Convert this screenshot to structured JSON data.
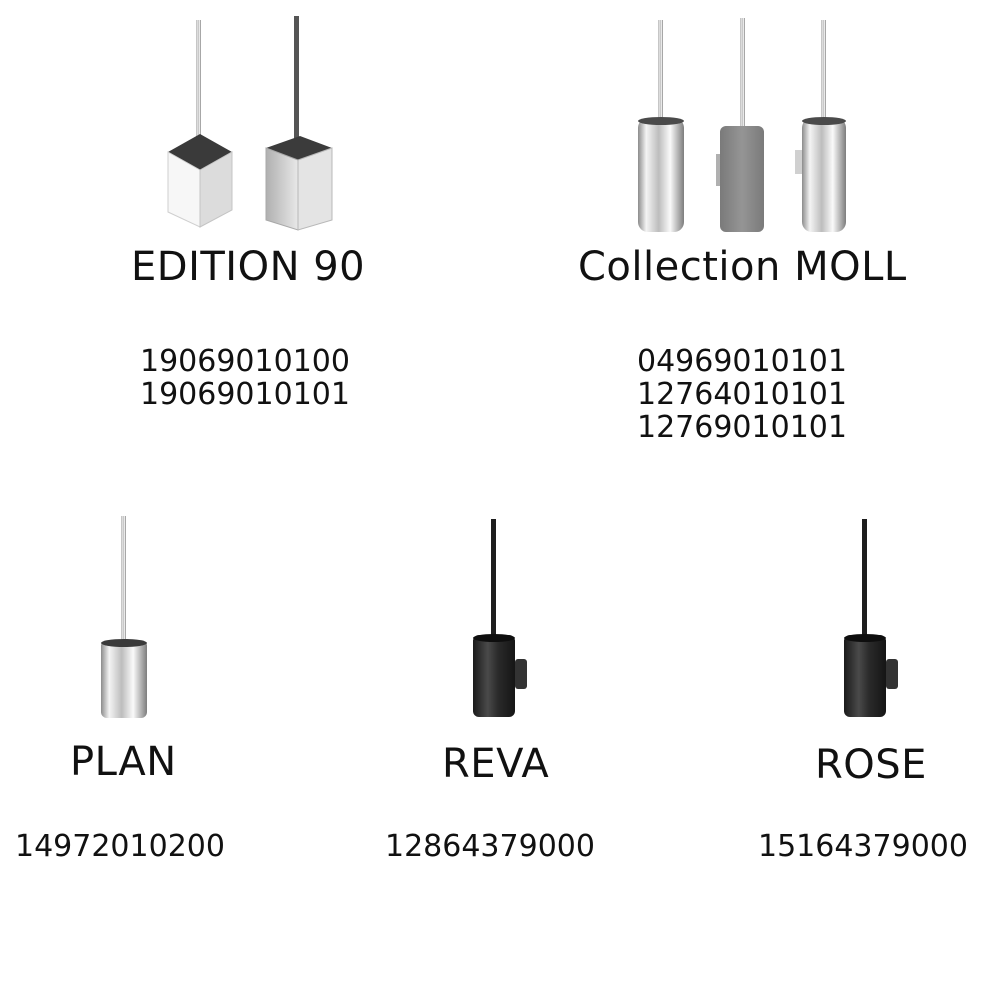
{
  "products": [
    {
      "name": "EDITION 90",
      "codes": [
        "19069010100",
        "19069010101"
      ],
      "image": "toilet-brush-square-pair"
    },
    {
      "name": "Collection MOLL",
      "codes": [
        "04969010101",
        "12764010101",
        "12769010101"
      ],
      "image": "toilet-brush-cylinder-trio"
    },
    {
      "name": "PLAN",
      "codes": [
        "14972010200"
      ],
      "image": "toilet-brush-chrome-wall"
    },
    {
      "name": "REVA",
      "codes": [
        "12864379000"
      ],
      "image": "toilet-brush-black-wall"
    },
    {
      "name": "ROSE",
      "codes": [
        "15164379000"
      ],
      "image": "toilet-brush-black-wall"
    }
  ],
  "colors": {
    "chrome_light": "#f2f2f2",
    "chrome_dark": "#9a9a9a",
    "black_finish": "#2a2a2a",
    "grey_finish": "#8a8a8a"
  }
}
